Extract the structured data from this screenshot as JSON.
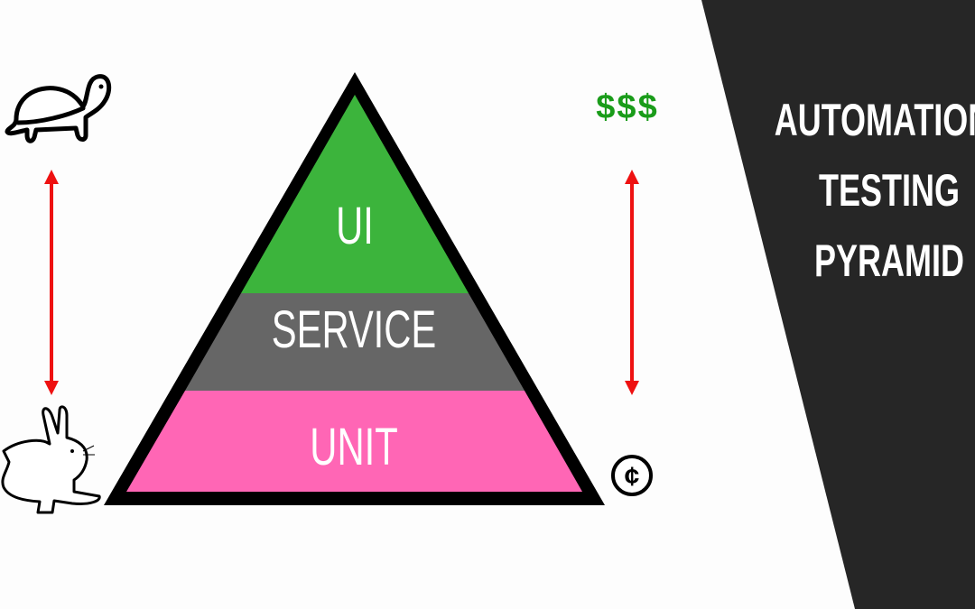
{
  "title": {
    "lines": [
      "AUTOMATION",
      "TESTING",
      "PYRAMID"
    ]
  },
  "pyramid": {
    "layers": [
      {
        "label": "UI",
        "color": "#3cb43c"
      },
      {
        "label": "SERVICE",
        "color": "#666666"
      },
      {
        "label": "UNIT",
        "color": "#ff66b5"
      }
    ],
    "outline_color": "#000000"
  },
  "speed_axis": {
    "top_icon": "turtle-icon",
    "bottom_icon": "rabbit-icon",
    "arrow_color": "#ee1111"
  },
  "cost_axis": {
    "top_label": "$$$",
    "top_color": "#1a9c1a",
    "bottom_label": "¢",
    "arrow_color": "#ee1111"
  },
  "colors": {
    "panel": "#262626",
    "title_text": "#ffffff",
    "background": "#fdfdfd"
  }
}
